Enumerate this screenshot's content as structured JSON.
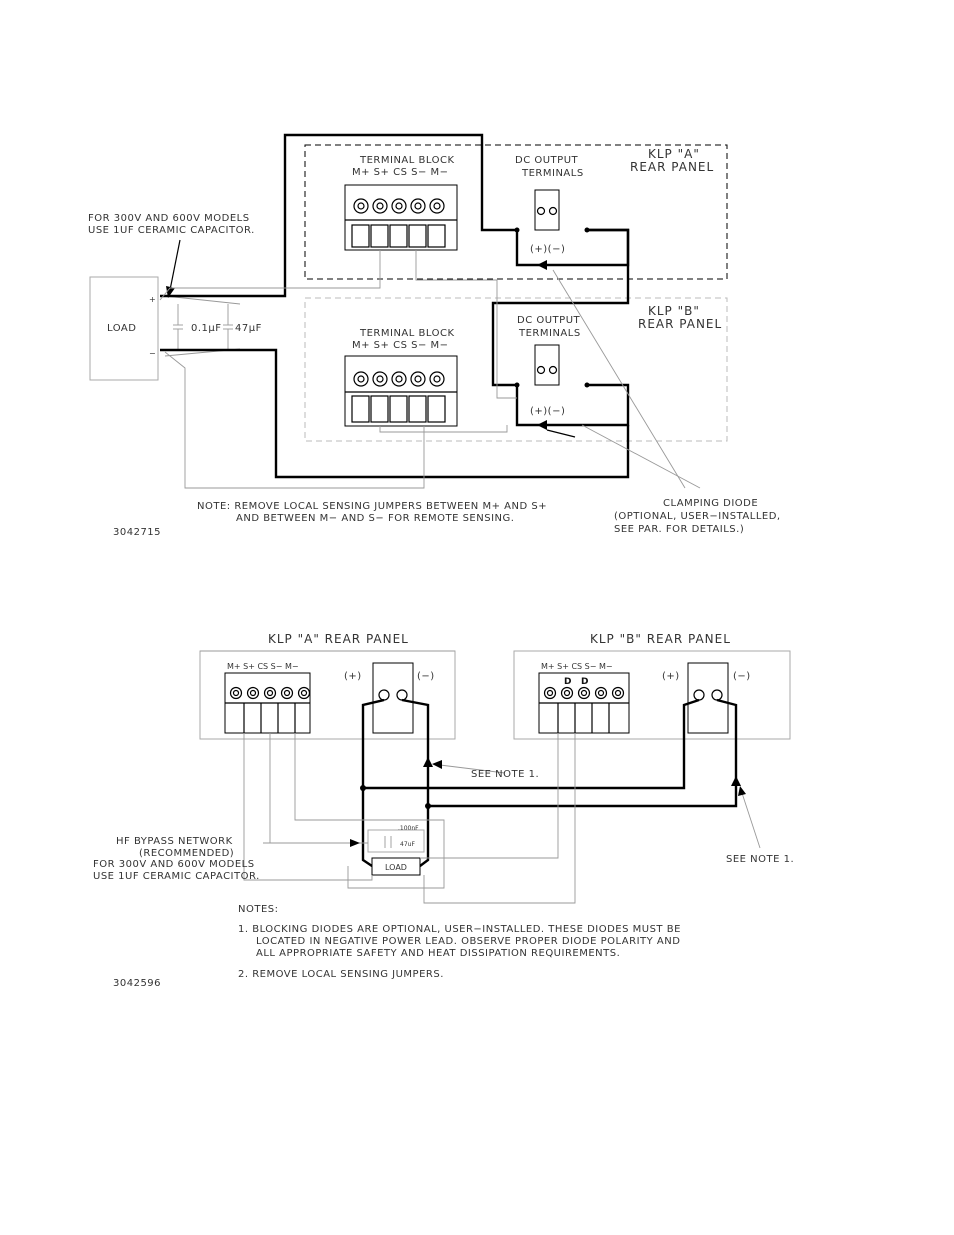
{
  "diagram1": {
    "panel_a": {
      "title_line1": "KLP \"A\"",
      "title_line2": "REAR PANEL"
    },
    "panel_b": {
      "title_line1": "KLP \"B\"",
      "title_line2": "REAR PANEL"
    },
    "terminal_block": {
      "title": "TERMINAL BLOCK",
      "pins": "M+ S+  CS  S−  M−"
    },
    "dc_output": {
      "line1": "DC OUTPUT",
      "line2": "TERMINALS",
      "polarity": "(+)(−)"
    },
    "capacitor_note": {
      "line1": "FOR 300V AND 600V MODELS",
      "line2": "USE 1UF CERAMIC CAPACITOR."
    },
    "load": {
      "label": "LOAD",
      "plus": "+",
      "minus": "−",
      "cap1": "0.1μF",
      "cap2": "47μF"
    },
    "note": {
      "line1": "NOTE:  REMOVE LOCAL SENSING JUMPERS BETWEEN M+ AND S+",
      "line2": "AND BETWEEN M− AND S− FOR REMOTE SENSING."
    },
    "clamping": {
      "line1": "CLAMPING DIODE",
      "line2": "(OPTIONAL, USER−INSTALLED,",
      "line3": "SEE PAR.          FOR DETAILS.)"
    },
    "figure_id": "3042715"
  },
  "diagram2": {
    "panel_a_title": "KLP \"A\" REAR PANEL",
    "panel_b_title": "KLP \"B\" REAR PANEL",
    "pins": "M+ S+ CS S− M−",
    "plus": "(+)",
    "minus": "(−)",
    "diode_mark": "D",
    "see_note_1": "SEE NOTE 1.",
    "see_note_2": "SEE NOTE 1.",
    "bypass": {
      "line1": "HF BYPASS NETWORK",
      "line2": "(RECOMMENDED)",
      "line3": "FOR 300V AND 600V MODELS",
      "line4": "USE 1UF CERAMIC CAPACITOR."
    },
    "load": {
      "label": "LOAD",
      "cap1": ".100nF",
      "cap2": "47uF"
    },
    "notes_title": "NOTES:",
    "note1": {
      "line1": "1.  BLOCKING DIODES ARE OPTIONAL, USER−INSTALLED. THESE DIODES MUST BE",
      "line2": "LOCATED IN NEGATIVE POWER LEAD. OBSERVE PROPER DIODE POLARITY AND",
      "line3": "ALL APPROPRIATE SAFETY AND HEAT DISSIPATION REQUIREMENTS."
    },
    "note2": "2.  REMOVE LOCAL SENSING JUMPERS.",
    "figure_id": "3042596"
  }
}
